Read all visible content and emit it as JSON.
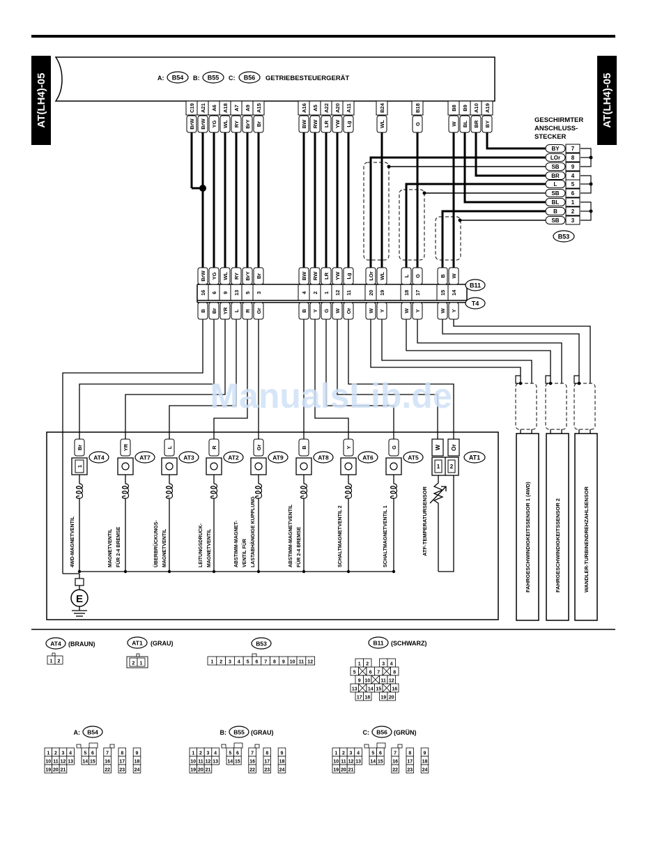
{
  "page": {
    "side_tab_left": "AT(LH4)-05",
    "side_tab_right": "AT(LH4)-05",
    "watermark": "ManualsLib.de",
    "watermark_color": "#cfe1f6"
  },
  "tcu": {
    "prefix_a": "A:",
    "conn_a": "B54",
    "prefix_b": "B:",
    "conn_b": "B55",
    "prefix_c": "C:",
    "conn_c": "B56",
    "title": "GETRIEBESTEUERGERÄT"
  },
  "tcu_pins": [
    {
      "pin": "C19",
      "wire": "BrW"
    },
    {
      "pin": "A21",
      "wire": "BrW"
    },
    {
      "pin": "A6",
      "wire": "YG"
    },
    {
      "pin": "A18",
      "wire": "WL"
    },
    {
      "pin": "A7",
      "wire": "RY"
    },
    {
      "pin": "A9",
      "wire": "BrY"
    },
    {
      "pin": "A15",
      "wire": "Br"
    },
    {
      "pin": "A16",
      "wire": "BW"
    },
    {
      "pin": "A5",
      "wire": "RW"
    },
    {
      "pin": "A22",
      "wire": "LR"
    },
    {
      "pin": "A20",
      "wire": "YW"
    },
    {
      "pin": "A11",
      "wire": "Lg"
    },
    {
      "pin": "B24",
      "wire": "WL"
    },
    {
      "pin": "B18",
      "wire": "G"
    },
    {
      "pin": "B8",
      "wire": "W"
    },
    {
      "pin": "B9",
      "wire": "BL"
    },
    {
      "pin": "A10",
      "wire": "BR"
    },
    {
      "pin": "A19",
      "wire": "BY"
    }
  ],
  "shield": {
    "title_lines": [
      "GESCHIRMTER",
      "ANSCHLUSS-",
      "STECKER"
    ],
    "rows": [
      {
        "wire": "BY",
        "pin": "7"
      },
      {
        "wire": "LOr",
        "pin": "8"
      },
      {
        "wire": "SB",
        "pin": "9"
      },
      {
        "wire": "BR",
        "pin": "4"
      },
      {
        "wire": "L",
        "pin": "5"
      },
      {
        "wire": "SB",
        "pin": "6"
      },
      {
        "wire": "BL",
        "pin": "1"
      },
      {
        "wire": "B",
        "pin": "2"
      },
      {
        "wire": "SB",
        "pin": "3"
      }
    ],
    "connector": "B53"
  },
  "joint": {
    "upper_conn": "B11",
    "lower_conn": "T4",
    "upper": [
      {
        "wire": "BrW",
        "pin": "16"
      },
      {
        "wire": "YG",
        "pin": "6"
      },
      {
        "wire": "WL",
        "pin": "9"
      },
      {
        "wire": "RY",
        "pin": "13"
      },
      {
        "wire": "BrY",
        "pin": "5"
      },
      {
        "wire": "Br",
        "pin": "3"
      },
      {
        "wire": "BW",
        "pin": "4"
      },
      {
        "wire": "RW",
        "pin": "2"
      },
      {
        "wire": "LR",
        "pin": "1"
      },
      {
        "wire": "YW",
        "pin": "12"
      },
      {
        "wire": "Lg",
        "pin": "11"
      },
      {
        "wire": "LOr",
        "pin": "20"
      },
      {
        "wire": "WL",
        "pin": "19"
      },
      {
        "wire": "L",
        "pin": "18"
      },
      {
        "wire": "G",
        "pin": "17"
      },
      {
        "wire": "B",
        "pin": "15"
      },
      {
        "wire": "W",
        "pin": "14"
      }
    ],
    "lower": [
      "B",
      "Br",
      "YR",
      "L",
      "R",
      "Gr",
      "B",
      "Y",
      "G",
      "W",
      "Or",
      "W",
      "Y",
      "W",
      "Y",
      "W",
      "Y"
    ]
  },
  "components": [
    {
      "wire": "Br",
      "conn": "AT4",
      "pin": "1",
      "label": [
        "4WD-MAGNETVENTIL"
      ]
    },
    {
      "wire": "YR",
      "conn": "AT7",
      "label": [
        "MAGNETVENTIL",
        "FÜR 2-4 BREMSE"
      ]
    },
    {
      "wire": "L",
      "conn": "AT3",
      "label": [
        "ÜBERBRÜCKUNGS-",
        "MAGNETVENTIL"
      ]
    },
    {
      "wire": "R",
      "conn": "AT2",
      "label": [
        "LEITUNGSDRUCK-",
        "MAGNETVENTIL"
      ]
    },
    {
      "wire": "Gr",
      "conn": "AT9",
      "label": [
        "ABSTIMM-MAGNET-",
        "VENTIL FÜR",
        "LASTABHÄNGIGE KUPPLUNG"
      ]
    },
    {
      "wire": "B",
      "conn": "AT8",
      "label": [
        "ABSTIMM-MAGNETVENTIL",
        "FÜR 2-4 BREMSE"
      ]
    },
    {
      "wire": "Y",
      "conn": "AT6",
      "label": [
        "SCHALTMAGNETVENTIL 2"
      ]
    },
    {
      "wire": "G",
      "conn": "AT5",
      "label": [
        "SCHALTMAGNETVENTIL 1"
      ]
    }
  ],
  "atf_sensor": {
    "wires": [
      "W",
      "Or"
    ],
    "pins": [
      "1",
      "2"
    ],
    "conn": "AT1",
    "label": "ATF-TEMPERATURSENSOR"
  },
  "ground": "E",
  "sensors": [
    "FAHRGESCHWINDIGKEITSSENSOR 1 (4WD)",
    "FAHRGESCHWINDIGKEITSSENSOR 2",
    "WANDLER-TURBINENDREHZAHLSENSOR"
  ],
  "legend": {
    "at4": {
      "conn": "AT4",
      "color": "(BRAUN)",
      "pins": [
        "1",
        "2"
      ]
    },
    "at1": {
      "conn": "AT1",
      "color": "(GRAU)",
      "pins": [
        "2",
        "1"
      ]
    },
    "b53": {
      "conn": "B53",
      "pins": [
        "1",
        "2",
        "3",
        "4",
        "5",
        "6",
        "7",
        "8",
        "9",
        "10",
        "11",
        "12"
      ]
    },
    "b11": {
      "conn": "B11",
      "color": "(SCHWARZ)",
      "rows": [
        [
          "1",
          "2",
          "",
          "3",
          "4"
        ],
        [
          "5",
          "X",
          "6",
          "7",
          "X",
          "8"
        ],
        [
          "9",
          "10",
          "X",
          "11",
          "12"
        ],
        [
          "13",
          "X",
          "14",
          "15",
          "X",
          "16"
        ],
        [
          "17",
          "18",
          "",
          "19",
          "20"
        ]
      ]
    },
    "b54": {
      "prefix": "A:",
      "conn": "B54",
      "color": ""
    },
    "b55": {
      "prefix": "B:",
      "conn": "B55",
      "color": "(GRAU)"
    },
    "b56": {
      "prefix": "C:",
      "conn": "B56",
      "color": "(GRÜN)"
    },
    "big_rows": [
      [
        "1",
        "2",
        "3",
        "4",
        "",
        "5",
        "6",
        "",
        "7",
        "",
        "8",
        "",
        "9"
      ],
      [
        "10",
        "11",
        "12",
        "13",
        "",
        "14",
        "15",
        "",
        "16",
        "",
        "17",
        "",
        "18"
      ],
      [
        "19",
        "20",
        "21",
        "",
        "",
        "",
        "",
        "",
        "22",
        "",
        "23",
        "",
        "24"
      ]
    ]
  }
}
